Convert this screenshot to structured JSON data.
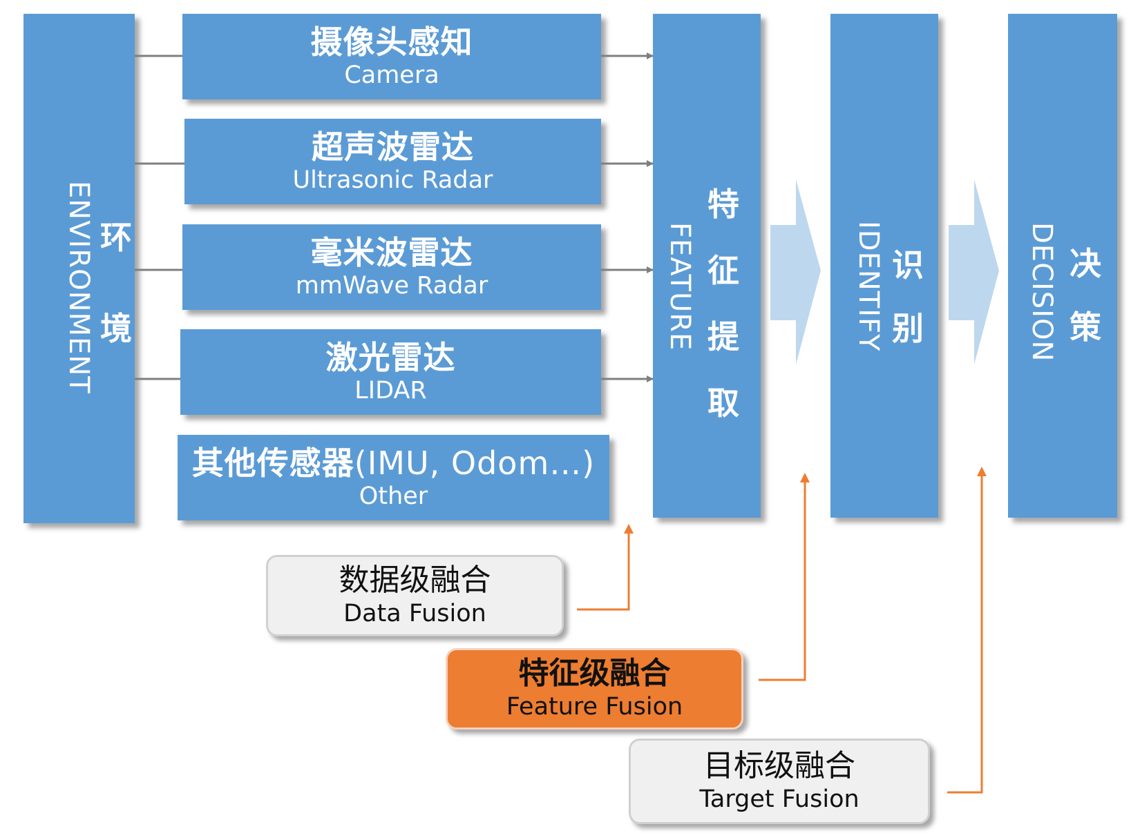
{
  "environment": {
    "zh": [
      "环",
      "境"
    ],
    "en": "ENVIRONMENT"
  },
  "sensors": [
    {
      "zh": "摄像头感知",
      "en": "Camera"
    },
    {
      "zh": "超声波雷达",
      "en": "Ultrasonic Radar"
    },
    {
      "zh": "毫米波雷达",
      "en": "mmWave Radar"
    },
    {
      "zh": "激光雷达",
      "en": "LIDAR"
    },
    {
      "zh": "其他传感器",
      "zh_suffix": "(IMU, Odom…)",
      "en": "Other"
    }
  ],
  "stages": [
    {
      "zh": [
        "特",
        "征",
        "提",
        "取"
      ],
      "en": "FEATURE"
    },
    {
      "zh": [
        "识",
        "别"
      ],
      "en": "IDENTIFY"
    },
    {
      "zh": [
        "决",
        "策"
      ],
      "en": "DECISION"
    }
  ],
  "fusions": [
    {
      "zh": "数据级融合",
      "en": "Data Fusion",
      "active": false
    },
    {
      "zh": "特征级融合",
      "en": "Feature Fusion",
      "active": true
    },
    {
      "zh": "目标级融合",
      "en": "Target Fusion",
      "active": false
    }
  ],
  "colors": {
    "block": "#5b9bd5",
    "highlight": "#ed7d31",
    "connector": "#7f7f7f",
    "fusion_arrow": "#ed7d31",
    "flow_arrow": "#bdd7ee"
  }
}
